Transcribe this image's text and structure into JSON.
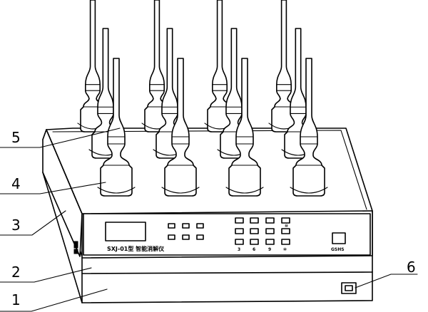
{
  "callouts": [
    "5",
    "4",
    "3",
    "2",
    "1",
    "6"
  ],
  "panel": {
    "model_label": "SXJ-01型  智能消解仪",
    "keypad_bottom_labels": [
      "3",
      "6",
      "9",
      "⑩"
    ],
    "keypad_right_label": "⑩",
    "indicator_label": "GSHS"
  }
}
